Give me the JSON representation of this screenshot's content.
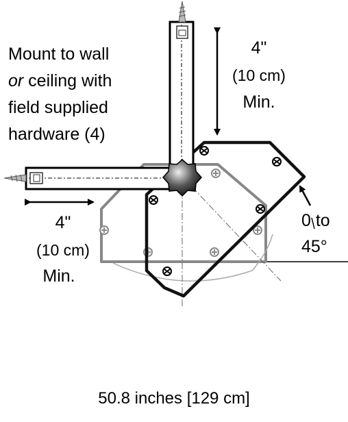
{
  "mount_note": {
    "lines": [
      "Mount to wall",
      "or",
      " ceiling with",
      "field supplied",
      "hardware (4)"
    ]
  },
  "vertical_clearance": {
    "value": "4\"",
    "metric": "(10 cm)",
    "suffix": "Min."
  },
  "horizontal_clearance": {
    "value": "4\"",
    "metric": "(10 cm)",
    "suffix": "Min."
  },
  "tilt_range": {
    "line1": "0 to",
    "line2": "45°"
  },
  "footer": {
    "dimension": "50.8 inches [129 cm]"
  },
  "colors": {
    "outline": "#000000",
    "tilted_housing": "#111111",
    "horizontal_housing": "#888888",
    "knob_light": "#dddddd",
    "knob_dark": "#222222"
  }
}
